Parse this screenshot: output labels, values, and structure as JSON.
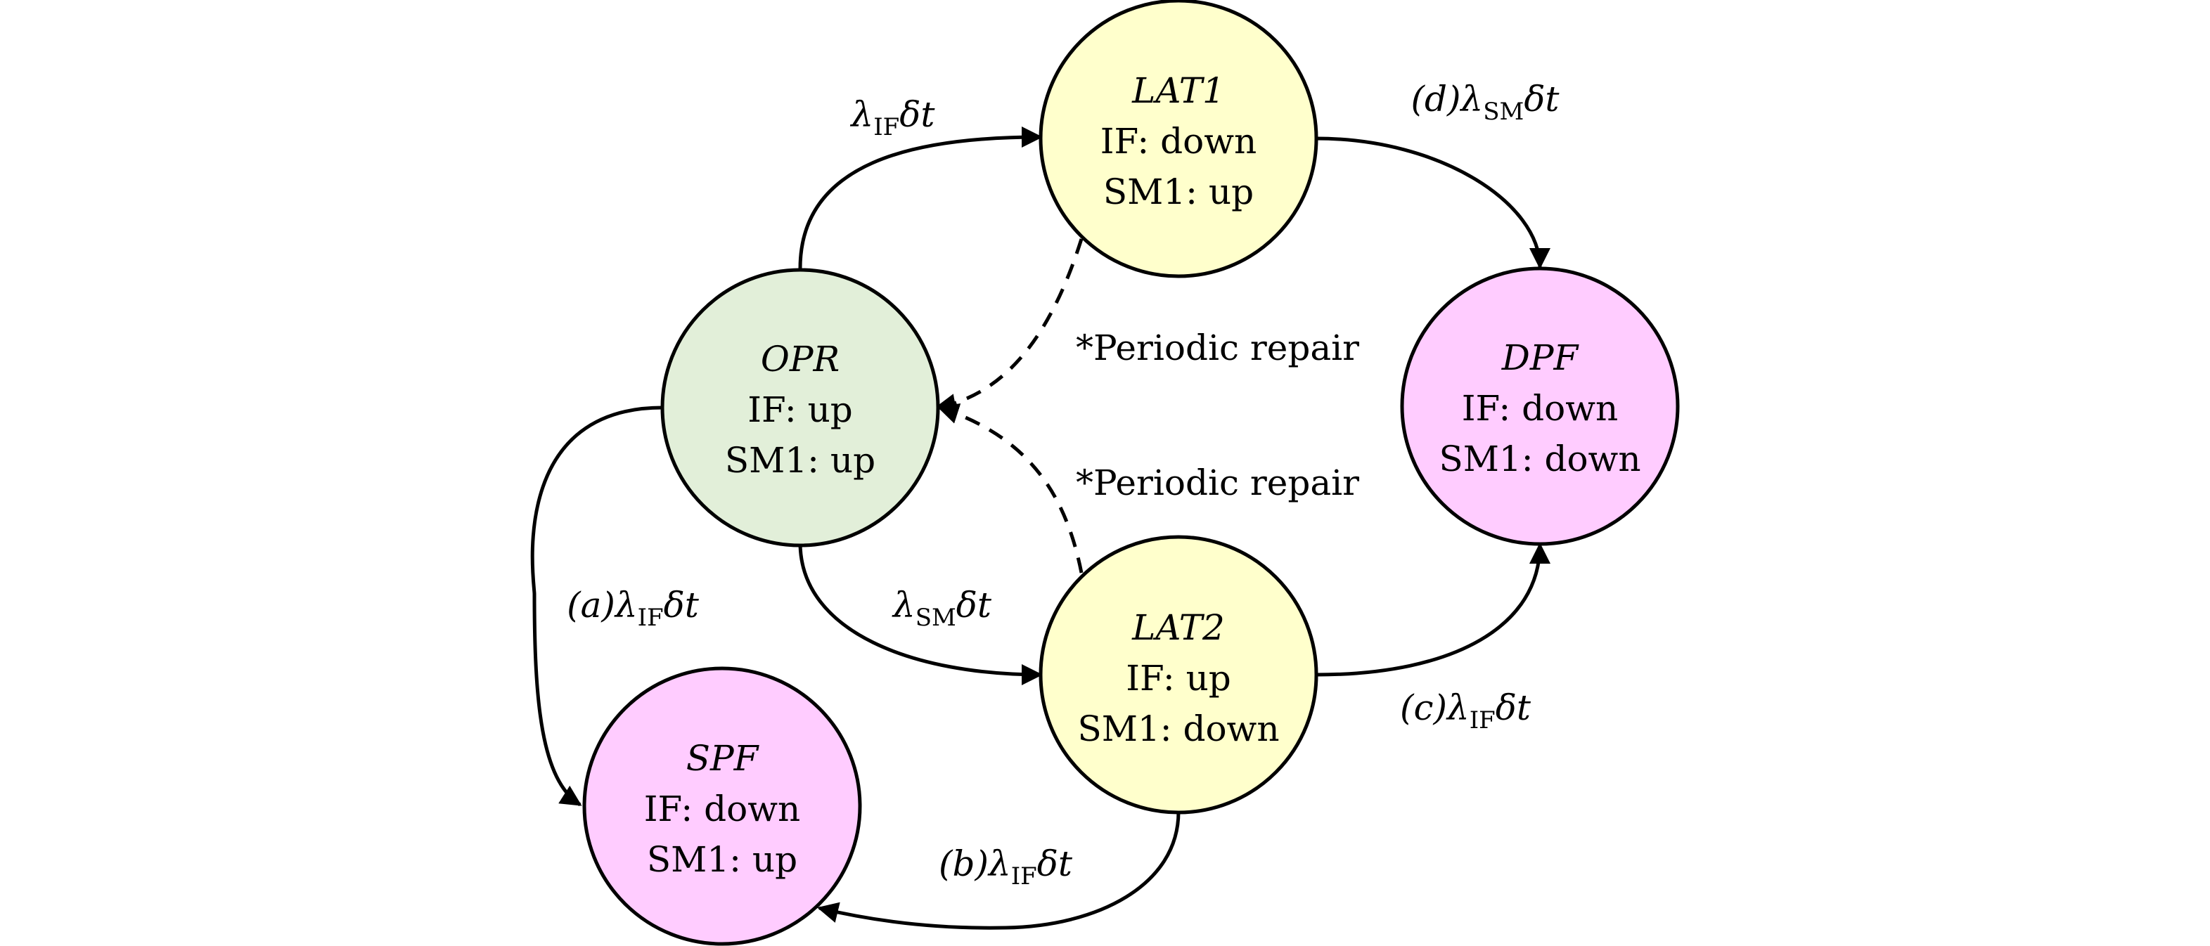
{
  "colors": {
    "operational": "#e2efd9",
    "latent": "#ffffcc",
    "failure": "#ffccff",
    "stroke": "#000000"
  },
  "nodes": {
    "opr": {
      "title": "OPR",
      "line1": "IF: up",
      "line2": "SM1: up"
    },
    "lat1": {
      "title": "LAT1",
      "line1": "IF: down",
      "line2": "SM1: up"
    },
    "lat2": {
      "title": "LAT2",
      "line1": "IF: up",
      "line2": "SM1: down"
    },
    "dpf": {
      "title": "DPF",
      "line1": "IF: down",
      "line2": "SM1: down"
    },
    "spf": {
      "title": "SPF",
      "line1": "IF: down",
      "line2": "SM1: up"
    }
  },
  "edges": {
    "opr_lat1": {
      "prefix": "",
      "lambda": "λ",
      "sub": "IF",
      "rest": "δt"
    },
    "opr_lat2": {
      "prefix": "",
      "lambda": "λ",
      "sub": "SM",
      "rest": "δt"
    },
    "opr_spf": {
      "prefix": "(a)",
      "lambda": "λ",
      "sub": "IF",
      "rest": "δt"
    },
    "lat2_spf": {
      "prefix": "(b)",
      "lambda": "λ",
      "sub": "IF",
      "rest": "δt"
    },
    "lat2_dpf": {
      "prefix": "(c)",
      "lambda": "λ",
      "sub": "IF",
      "rest": "δt"
    },
    "lat1_dpf": {
      "prefix": "(d)",
      "lambda": "λ",
      "sub": "SM",
      "rest": "δt"
    },
    "repair1": "*Periodic repair",
    "repair2": "*Periodic repair"
  }
}
